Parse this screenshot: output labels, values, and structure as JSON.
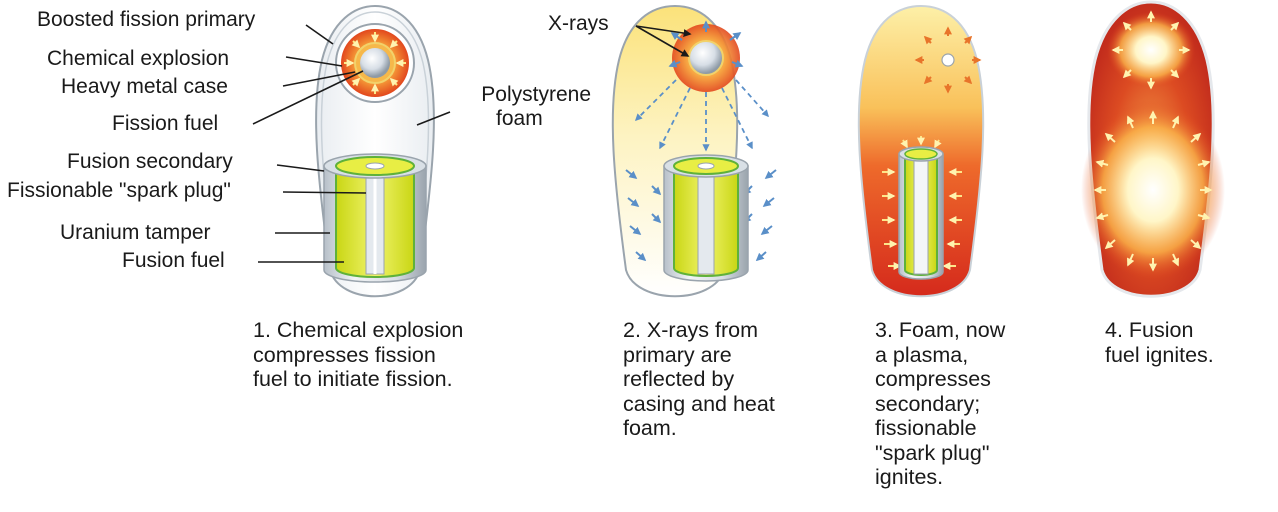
{
  "labels": {
    "boosted_fission_primary": "Boosted fission primary",
    "chemical_explosion": "Chemical explosion",
    "heavy_metal_case": "Heavy metal case",
    "fission_fuel": "Fission fuel",
    "polystyrene_foam_line1": "Polystyrene",
    "polystyrene_foam_line2": "foam",
    "fusion_secondary": "Fusion secondary",
    "spark_plug": "Fissionable \"spark plug\"",
    "uranium_tamper": "Uranium tamper",
    "fusion_fuel": "Fusion fuel",
    "x_rays": "X-rays"
  },
  "stages": [
    {
      "caption_lines": [
        "1. Chemical explosion",
        "compresses fission",
        "fuel to initiate fission."
      ]
    },
    {
      "caption_lines": [
        "2. X-rays from",
        "primary are",
        "reflected by",
        "casing and heat",
        "foam."
      ]
    },
    {
      "caption_lines": [
        "3. Foam, now",
        "a plasma,",
        "compresses",
        "secondary;",
        "fissionable",
        "\"spark plug\"",
        "ignites."
      ]
    },
    {
      "caption_lines": [
        "4. Fusion",
        "fuel ignites."
      ]
    }
  ],
  "colors": {
    "casing_outline": "#9aa4ad",
    "cylinder_yellow": "#d8e21a",
    "cylinder_green": "#5fb13a",
    "xray_arrow": "#5a8fc8",
    "plasma_red": "#d8301f",
    "plasma_yellow": "#fde68a",
    "explosion_orange": "#f07a20"
  }
}
